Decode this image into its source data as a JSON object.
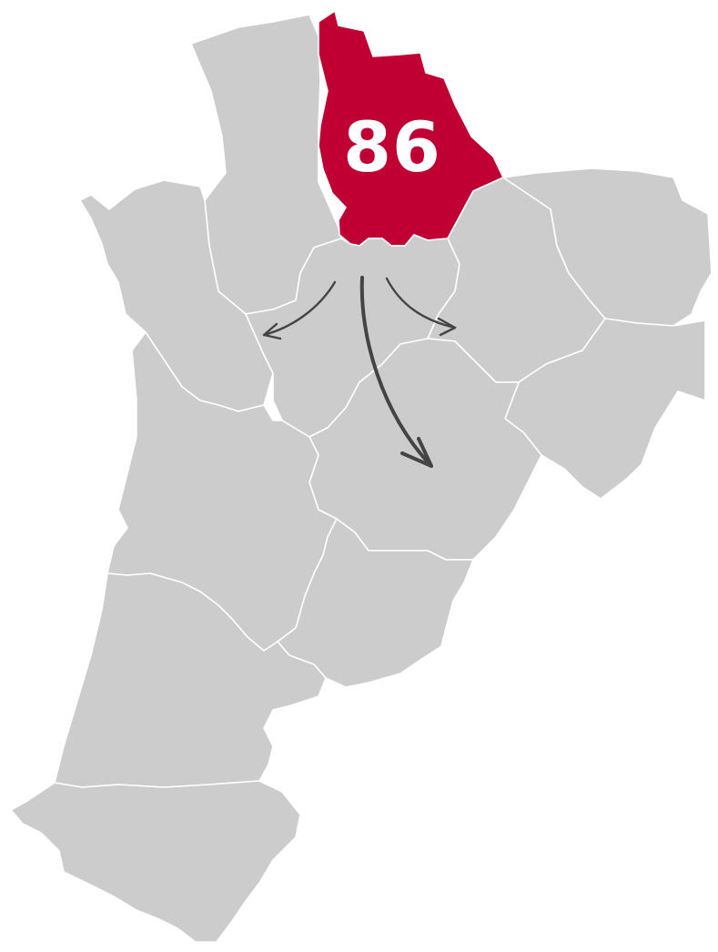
{
  "map": {
    "colors": {
      "base_fill": "#cccccc",
      "border": "#ffffff",
      "highlight_fill": "#c00032",
      "label_text": "#ffffff",
      "arrow": "#444444"
    },
    "highlighted_department": {
      "label": "86"
    },
    "departments_shown": 12,
    "arrows": {
      "count": 3,
      "directions": [
        "southwest",
        "south",
        "southeast"
      ]
    }
  }
}
